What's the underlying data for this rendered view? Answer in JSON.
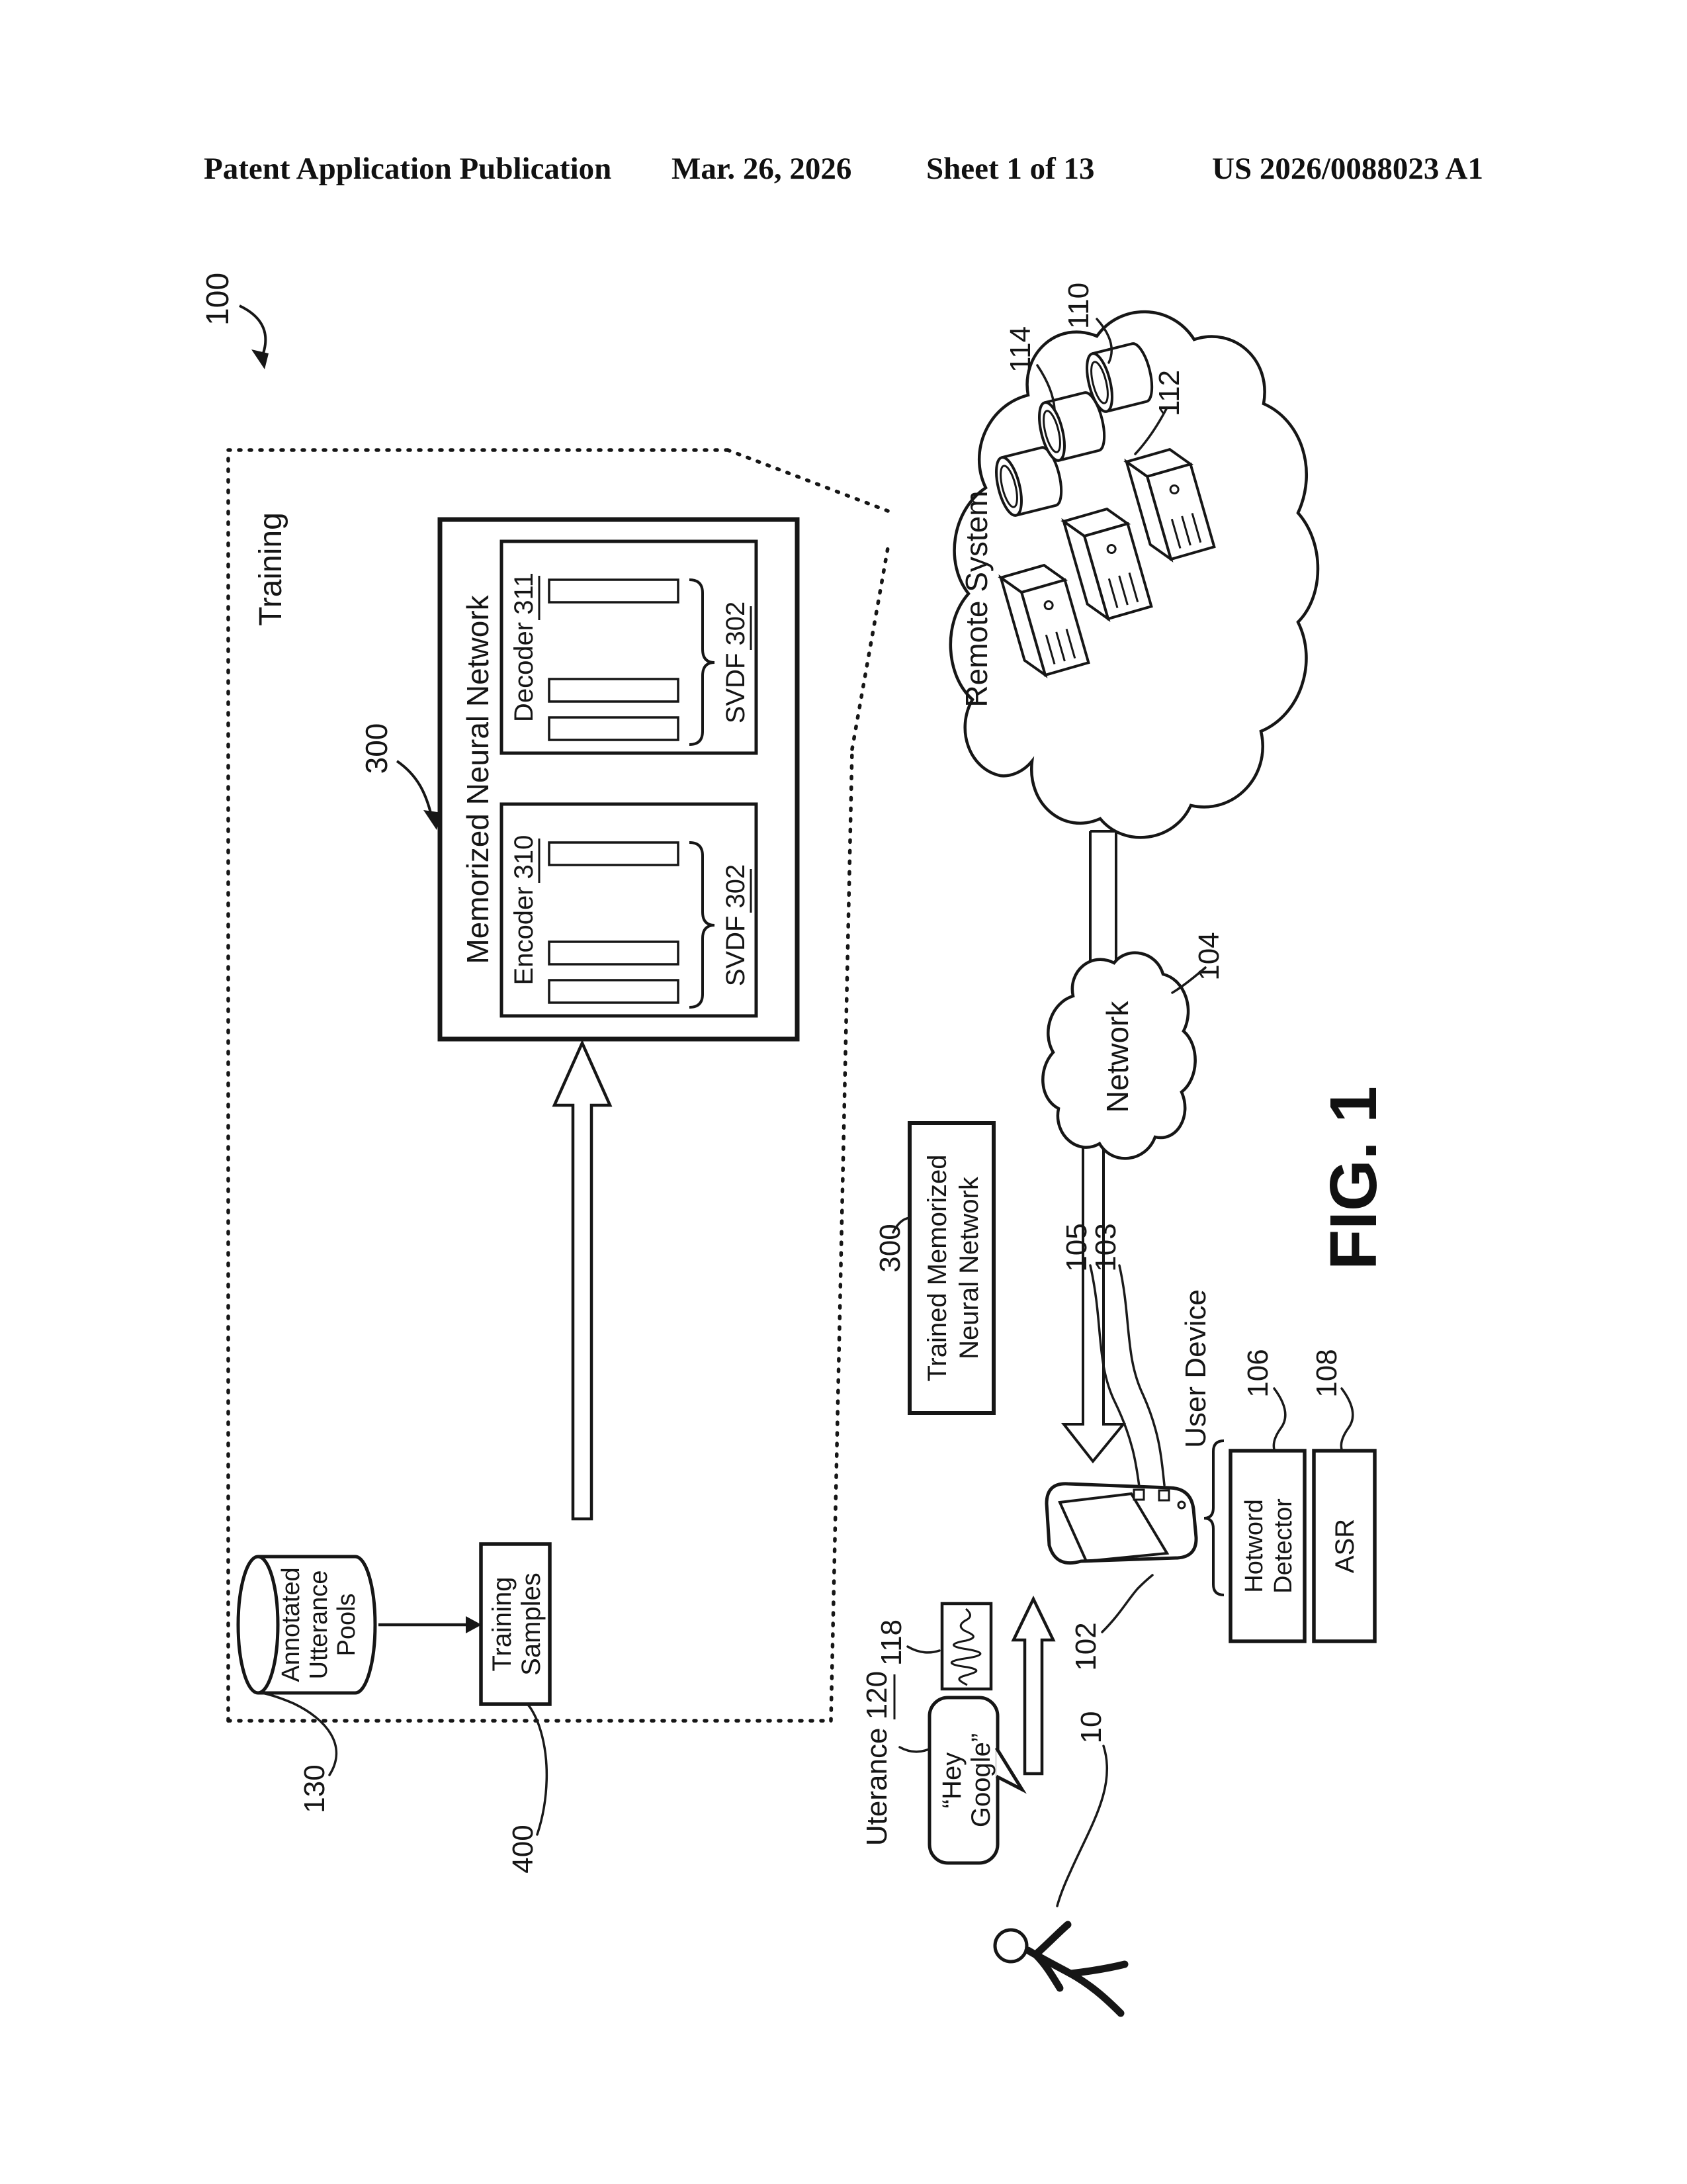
{
  "page": {
    "paper_color": "#ffffff",
    "ink_color": "#161616"
  },
  "header": {
    "left": "Patent Application Publication",
    "date": "Mar. 26, 2026",
    "sheet": "Sheet 1 of 13",
    "pub_number": "US 2026/0088023 A1"
  },
  "figure": {
    "figure_label": "FIG. 1",
    "system_ref": "100",
    "training": {
      "label": "Training"
    },
    "memorized_nn": {
      "title": "Memorized Neural Network",
      "ref": "300",
      "encoder": {
        "label": "Encoder",
        "ref": "310",
        "svdf_label": "SVDF",
        "svdf_ref": "302"
      },
      "decoder": {
        "label": "Decoder",
        "ref": "311",
        "svdf_label": "SVDF",
        "svdf_ref": "302"
      }
    },
    "annotated_pools": {
      "line1": "Annotated",
      "line2": "Utterance",
      "line3": "Pools",
      "ref": "130"
    },
    "training_samples": {
      "line1": "Training",
      "line2": "Samples",
      "ref": "400"
    },
    "remote_system": {
      "label": "Remote System",
      "ref": "110",
      "storage_ref": "114",
      "server_ref": "112"
    },
    "network": {
      "label": "Network",
      "ref": "104"
    },
    "trained_nn": {
      "line1": "Trained Memorized",
      "line2": "Neural Network",
      "ref": "300"
    },
    "user_device": {
      "label": "User Device",
      "ref": "102",
      "mic_ref": "105",
      "sensor_ref": "103",
      "hotword": {
        "line1": "Hotword",
        "line2": "Detector",
        "ref": "106"
      },
      "asr": {
        "label": "ASR",
        "ref": "108"
      }
    },
    "utterance": {
      "label": "Uterance 120",
      "ref118": "118",
      "phrase_line1": "“Hey",
      "phrase_line2": "Google”",
      "person_ref": "10"
    }
  }
}
